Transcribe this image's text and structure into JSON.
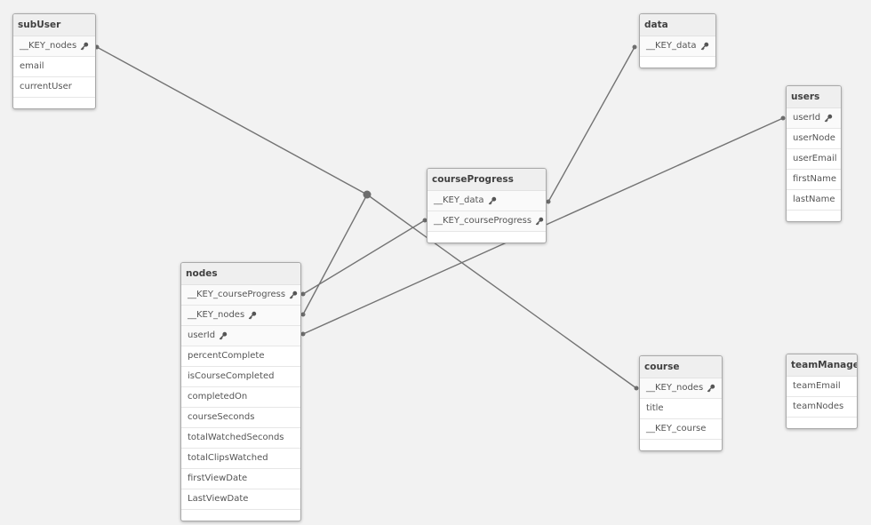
{
  "tables": {
    "subUser": {
      "name": "subUser",
      "fields": [
        {
          "label": "__KEY_nodes",
          "key": true
        },
        {
          "label": "email",
          "key": false
        },
        {
          "label": "currentUser",
          "key": false
        }
      ]
    },
    "data": {
      "name": "data",
      "fields": [
        {
          "label": "__KEY_data",
          "key": true
        }
      ]
    },
    "users": {
      "name": "users",
      "fields": [
        {
          "label": "userId",
          "key": true
        },
        {
          "label": "userNode",
          "key": false
        },
        {
          "label": "userEmail",
          "key": false
        },
        {
          "label": "firstName",
          "key": false
        },
        {
          "label": "lastName",
          "key": false
        }
      ]
    },
    "courseProgress": {
      "name": "courseProgress",
      "fields": [
        {
          "label": "__KEY_data",
          "key": true
        },
        {
          "label": "__KEY_courseProgress",
          "key": true
        }
      ]
    },
    "nodes": {
      "name": "nodes",
      "fields": [
        {
          "label": "__KEY_courseProgress",
          "key": true
        },
        {
          "label": "__KEY_nodes",
          "key": true
        },
        {
          "label": "userId",
          "key": true
        },
        {
          "label": "percentComplete",
          "key": false
        },
        {
          "label": "isCourseCompleted",
          "key": false
        },
        {
          "label": "completedOn",
          "key": false
        },
        {
          "label": "courseSeconds",
          "key": false
        },
        {
          "label": "totalWatchedSeconds",
          "key": false
        },
        {
          "label": "totalClipsWatched",
          "key": false
        },
        {
          "label": "firstViewDate",
          "key": false
        },
        {
          "label": "LastViewDate",
          "key": false
        }
      ]
    },
    "course": {
      "name": "course",
      "fields": [
        {
          "label": "__KEY_nodes",
          "key": true
        },
        {
          "label": "title",
          "key": false
        },
        {
          "label": "__KEY_course",
          "key": false
        }
      ]
    },
    "teamManagers": {
      "name": "teamManagers",
      "fields": [
        {
          "label": "teamEmail",
          "key": false
        },
        {
          "label": "teamNodes",
          "key": false
        }
      ]
    }
  },
  "colors": {
    "line": "#707070",
    "icon": "#555555"
  },
  "icons": {
    "key_field": "key-icon"
  }
}
